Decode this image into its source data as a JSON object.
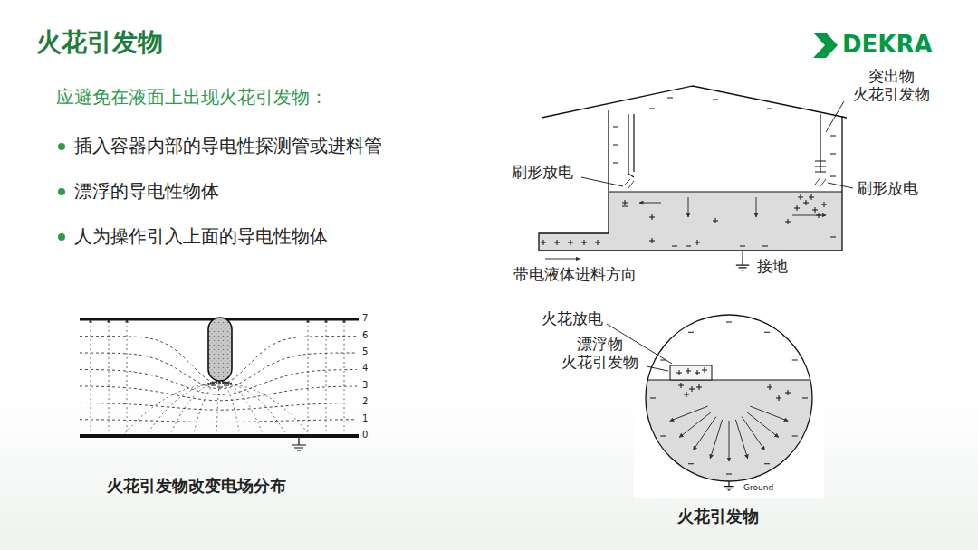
{
  "diagram": {
    "title": "火花引发物",
    "labels": [
      "DEKRA",
      "应避免在液面上出现火花引发物：",
      "插入容器内部的导电性探测管或进料管",
      "漂浮的导电性物体",
      "人为操作引入上面的导电性物体",
      "7",
      "6",
      "5",
      "4",
      "3",
      "2",
      "1",
      "0",
      "火花引发物改变电场分布",
      "突出物 火花引发物",
      "刷形放电",
      "刷形放电",
      "带电液体进料方向",
      "接地",
      "火花放电",
      "漂浮物 火花引发物",
      "Ground",
      "火花引发物"
    ]
  }
}
